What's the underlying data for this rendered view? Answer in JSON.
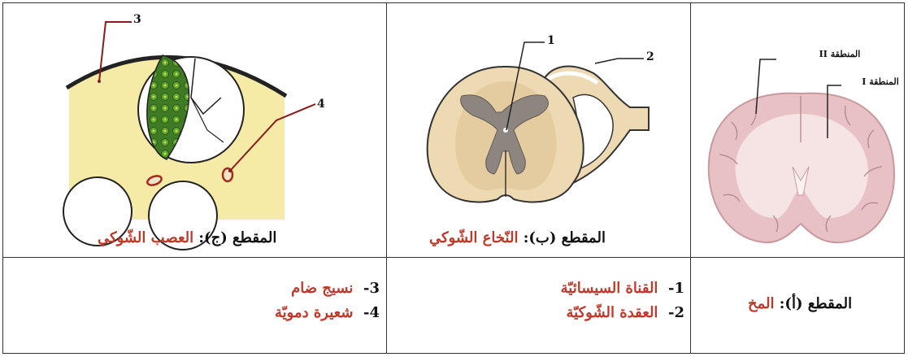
{
  "panel_c": {
    "caption_prefix": "المقطع (ج): ",
    "caption_title": "العصب الشّوكي",
    "labels": {
      "n3": "3",
      "n4": "4"
    },
    "legend": [
      {
        "num": "3-",
        "text": "نسيج ضام"
      },
      {
        "num": "4-",
        "text": "شعيرة دمويّة"
      }
    ]
  },
  "panel_b": {
    "caption_prefix": "المقطع (ب): ",
    "caption_title": "النّخاع الشّوكي",
    "labels": {
      "n1": "1",
      "n2": "2"
    },
    "legend": [
      {
        "num": "1-",
        "text": "القناة السيسائيّة"
      },
      {
        "num": "2-",
        "text": "العقدة الشّوكيّة"
      }
    ]
  },
  "panel_a": {
    "caption_prefix": "المقطع (أ): ",
    "caption_title": "المخ",
    "labels": {
      "region2": "المنطقة II",
      "region1": "المنطقة I"
    }
  },
  "colors": {
    "nerve_fill": "#f6eba6",
    "cord_fill": "#edd9b2",
    "gray_matter": "#8d8680",
    "ganglion_green": "#3f7a24",
    "brain_pink": "#e7c1c4",
    "label_red": "#c0392b"
  }
}
